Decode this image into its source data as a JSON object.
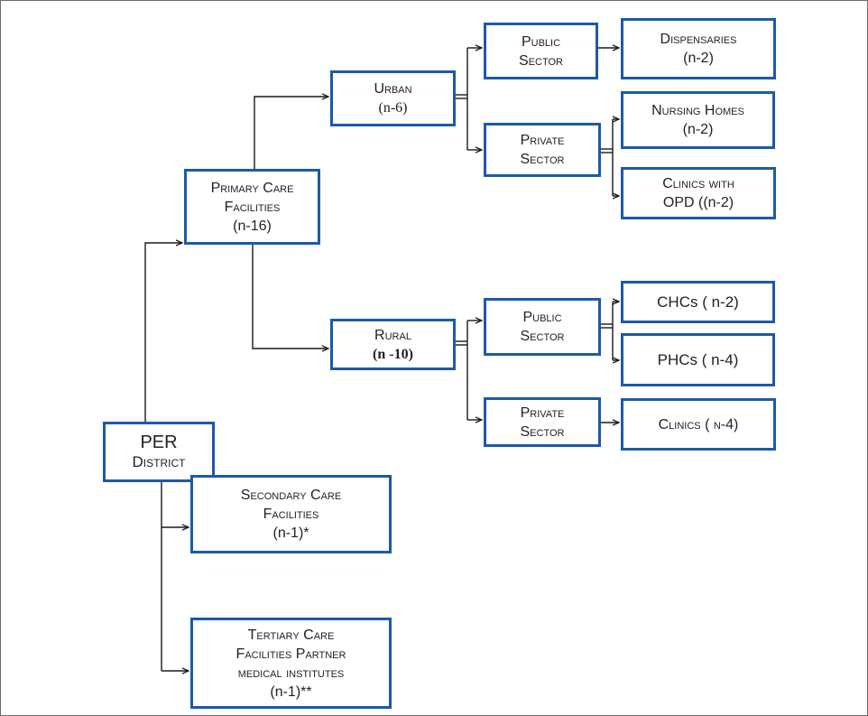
{
  "diagram": {
    "nodes": {
      "per_district": {
        "line1": "PER",
        "line2": "District"
      },
      "primary_care": {
        "line1": "Primary Care",
        "line2": "Facilities",
        "count": "(n-16)"
      },
      "secondary_care": {
        "line1": "Secondary Care",
        "line2": "Facilities",
        "count": "(n-1)*"
      },
      "tertiary_care": {
        "line1": "Tertiary Care",
        "line2": "Facilities Partner",
        "line3": "medical institutes",
        "count": "(n-1)**"
      },
      "urban": {
        "line1": "Urban",
        "count": "(n-6)"
      },
      "rural": {
        "line1": "Rural",
        "count": "(n -10)"
      },
      "urban_public": {
        "line1": "Public",
        "line2": "Sector"
      },
      "urban_private": {
        "line1": "Private",
        "line2": "Sector"
      },
      "dispensaries": {
        "line1": "Dispensaries",
        "count": "(n-2)"
      },
      "nursing_homes": {
        "line1": "Nursing Homes",
        "count": "(n-2)"
      },
      "clinics_opd": {
        "line1": "Clinics with",
        "line2": "OPD ((n-2)"
      },
      "rural_public": {
        "line1": "Public",
        "line2": "Sector"
      },
      "rural_private": {
        "line1": "Private",
        "line2": "Sector"
      },
      "chcs": {
        "line1": "CHCs ( n-2)"
      },
      "phcs": {
        "line1": "PHCs ( n-4)"
      },
      "clinics": {
        "line1": "Clinics ( n-4)"
      }
    },
    "colors": {
      "box_border": "#1d5aa8",
      "connector": "#1a1a1a",
      "frame": "#6b6b6b",
      "text": "#222222"
    }
  }
}
